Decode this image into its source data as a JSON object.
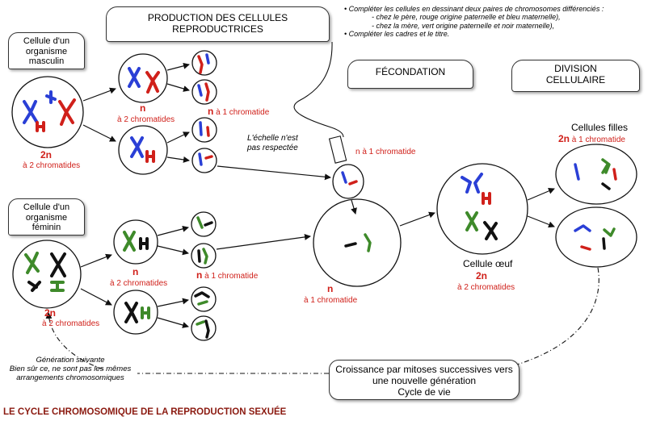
{
  "header_box": {
    "line1": "PRODUCTION DES CELLULES",
    "line2": "REPRODUCTRICES"
  },
  "fecondation_box": "FÉCONDATION",
  "division_box": {
    "line1": "DIVISION",
    "line2": "CELLULAIRE"
  },
  "instructions": {
    "line1": "Compléter les cellules en dessinant deux paires de chromosomes différenciés :",
    "line2": "- chez le père, rouge origine paternelle et bleu maternelle),",
    "line3": "- chez la mère, vert origine paternelle et noir maternelle),",
    "line4": "Compléter les cadres et le titre."
  },
  "male_label": {
    "line1": "Cellule d'un",
    "line2": "organisme",
    "line3": "masculin"
  },
  "female_label": {
    "line1": "Cellule d'un",
    "line2": "organisme",
    "line3": "féminin"
  },
  "ploidy": {
    "two_n": "2n",
    "n": "n",
    "two_chromatids": "à 2 chromatides",
    "one_chromatid": "à 1 chromatide",
    "n_one_chromatid": "n à 1 chromatide",
    "two_n_one_chromatid": "2n à 1 chromatide"
  },
  "scale_note": {
    "line1": "L'échelle n'est",
    "line2": "pas respectée"
  },
  "egg_cell": "Cellule œuf",
  "daughter_cells": "Cellules filles",
  "next_generation": {
    "line1": "Génération suivante",
    "line2": "Bien sûr ce, ne sont pas les mêmes",
    "line3": "arrangements chromosomiques"
  },
  "growth_box": {
    "line1": "Croissance par mitoses successives vers",
    "line2": "une nouvelle génération",
    "line3": "Cycle de vie"
  },
  "title": "LE CYCLE CHROMOSOMIQUE DE LA REPRODUCTION SEXUÉE",
  "colors": {
    "red": "#d0201a",
    "blue": "#2a3fd6",
    "green": "#3e8a2a",
    "black": "#111111",
    "title": "#8b1a10"
  }
}
